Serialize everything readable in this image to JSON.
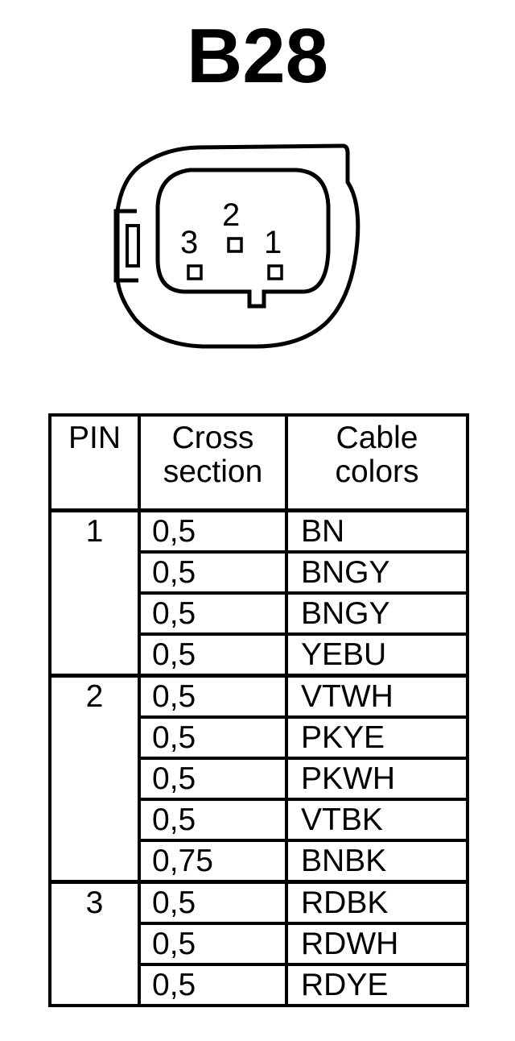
{
  "title": "B28",
  "connector": {
    "pin_labels": [
      "2",
      "3",
      "1"
    ]
  },
  "table": {
    "headers": {
      "pin": "PIN",
      "cross_section_line1": "Cross",
      "cross_section_line2": "section",
      "cable_colors_line1": "Cable",
      "cable_colors_line2": "colors"
    },
    "groups": [
      {
        "pin": "1",
        "rows": [
          {
            "cross_section": "0,5",
            "color": "BN"
          },
          {
            "cross_section": "0,5",
            "color": "BNGY"
          },
          {
            "cross_section": "0,5",
            "color": "BNGY"
          },
          {
            "cross_section": "0,5",
            "color": "YEBU"
          }
        ]
      },
      {
        "pin": "2",
        "rows": [
          {
            "cross_section": "0,5",
            "color": "VTWH"
          },
          {
            "cross_section": "0,5",
            "color": "PKYE"
          },
          {
            "cross_section": "0,5",
            "color": "PKWH"
          },
          {
            "cross_section": "0,5",
            "color": "VTBK"
          },
          {
            "cross_section": "0,75",
            "color": "BNBK"
          }
        ]
      },
      {
        "pin": "3",
        "rows": [
          {
            "cross_section": "0,5",
            "color": "RDBK"
          },
          {
            "cross_section": "0,5",
            "color": "RDWH"
          },
          {
            "cross_section": "0,5",
            "color": "RDYE"
          }
        ]
      }
    ]
  }
}
